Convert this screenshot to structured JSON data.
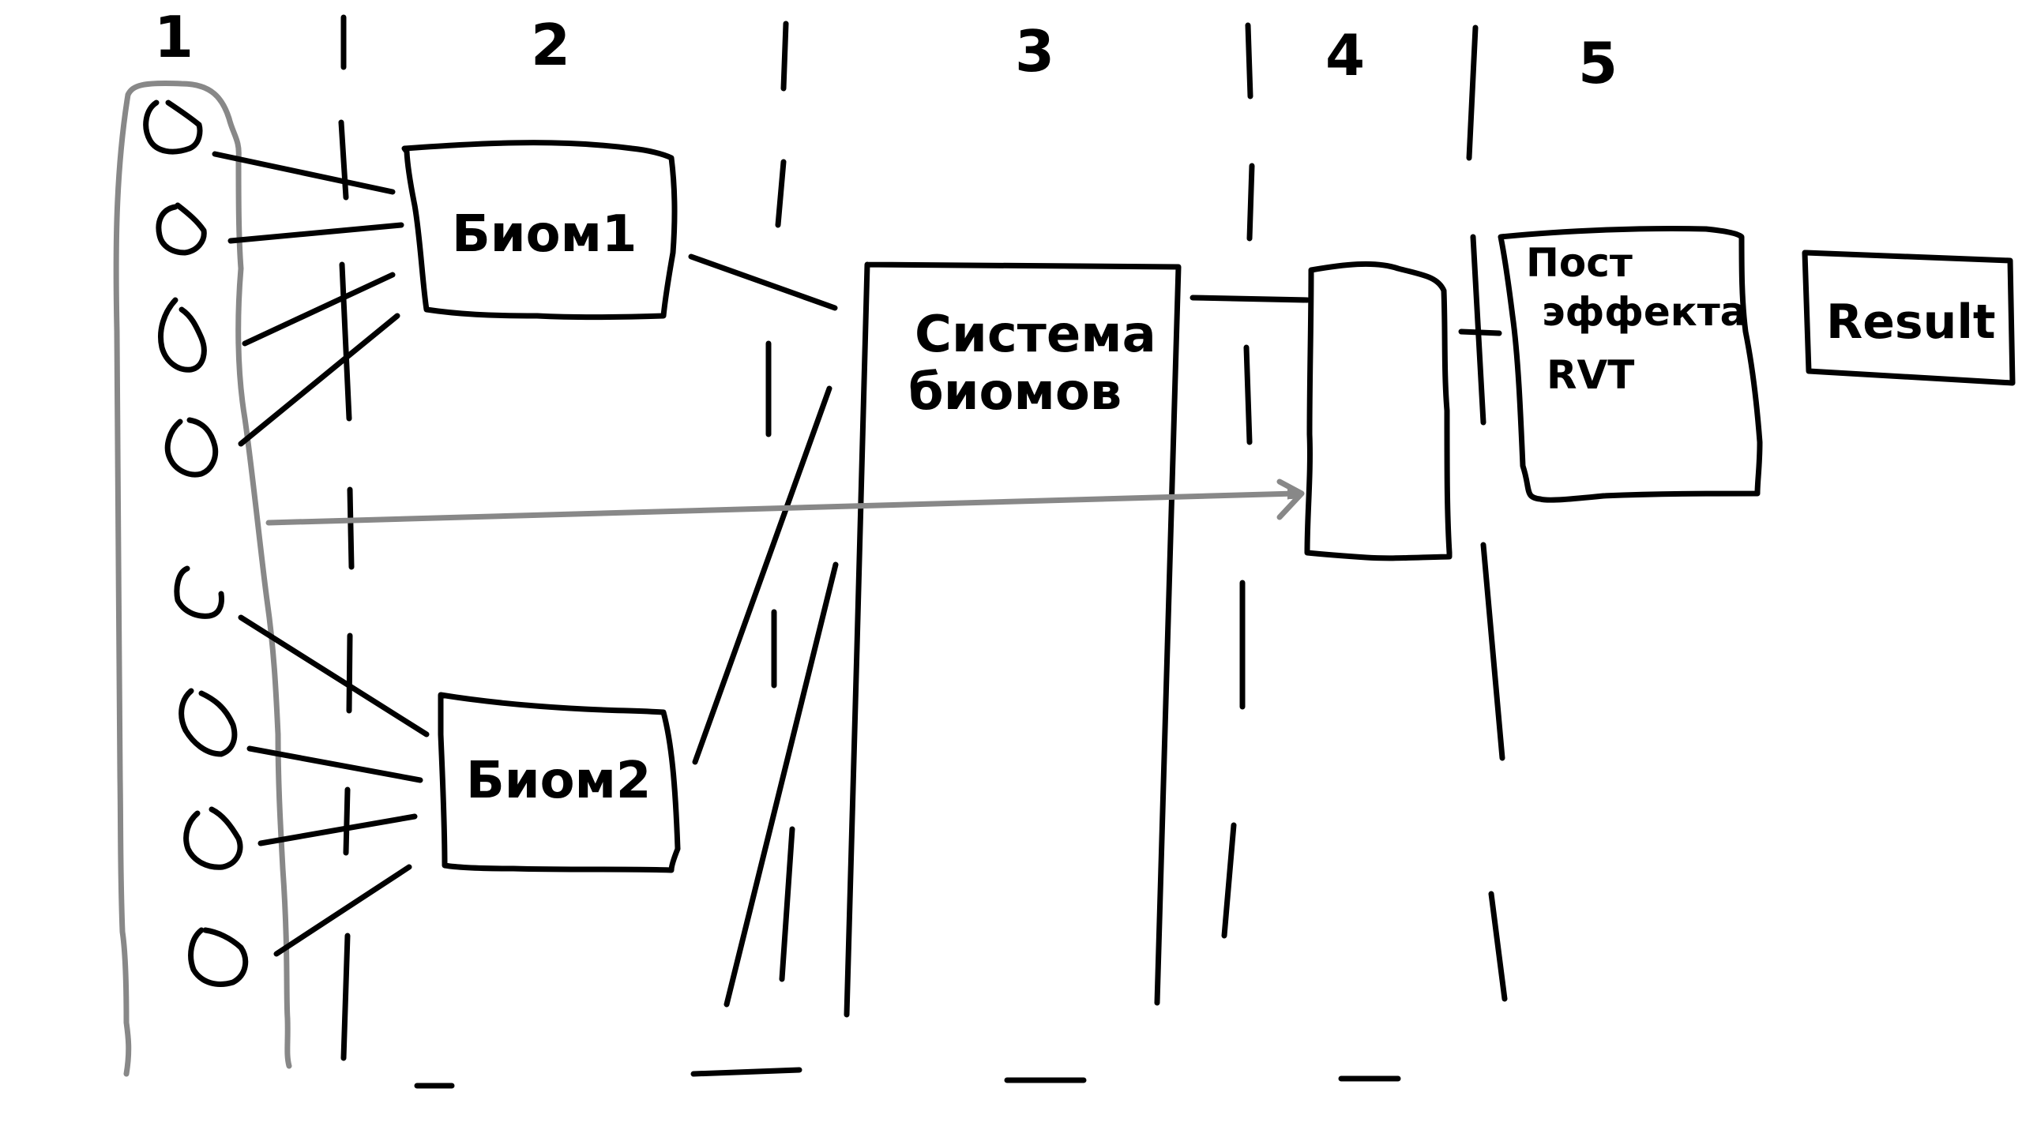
{
  "columns": [
    {
      "number": "1"
    },
    {
      "number": "2"
    },
    {
      "number": "3"
    },
    {
      "number": "4"
    },
    {
      "number": "5"
    }
  ],
  "boxes": {
    "biom1": {
      "label": "Биом1"
    },
    "biom2": {
      "label": "Биом2"
    },
    "system": {
      "line1": "Система",
      "line2": "биомов"
    },
    "post": {
      "line1": "Пост",
      "line2": "эффекта",
      "line3": "RVT"
    },
    "result": {
      "label": "Result"
    }
  },
  "colors": {
    "ink": "#000000",
    "gray": "#888888",
    "background": "#ffffff"
  }
}
